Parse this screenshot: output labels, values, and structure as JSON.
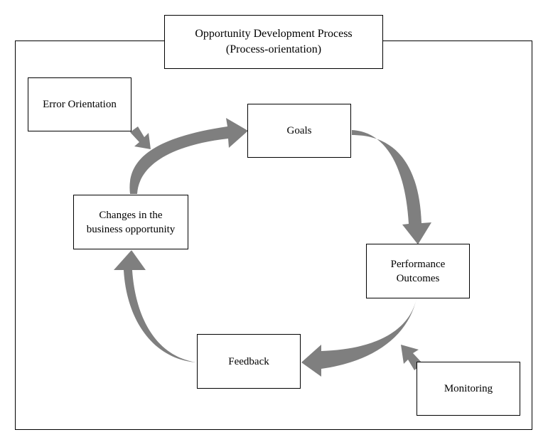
{
  "title": {
    "line1": "Opportunity Development Process",
    "line2": "(Process-orientation)"
  },
  "nodes": {
    "error_orientation": "Error Orientation",
    "goals": "Goals",
    "performance_line1": "Performance",
    "performance_line2": "Outcomes",
    "feedback": "Feedback",
    "changes_line1": "Changes in the",
    "changes_line2": "business opportunity",
    "monitoring": "Monitoring"
  },
  "colors": {
    "arrow": "#7f7f7f",
    "border": "#000000",
    "background": "#ffffff"
  }
}
